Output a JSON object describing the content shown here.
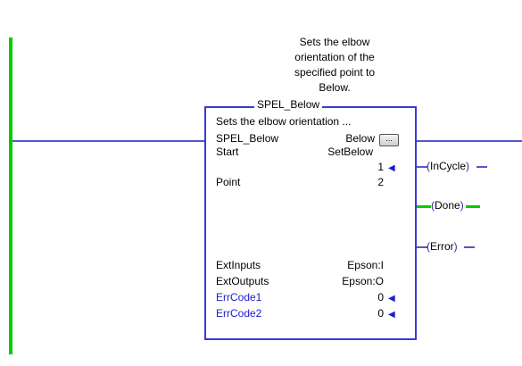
{
  "description_lines": [
    "Sets the elbow",
    "orientation of the",
    "specified point to",
    "Below."
  ],
  "block": {
    "title": "SPEL_Below",
    "summary": "Sets the elbow orientation ...",
    "ellipsis": "...",
    "rows": [
      {
        "label": "SPEL_Below",
        "value": "Below",
        "label_blue": false
      },
      {
        "label": "Start",
        "value": "SetBelow",
        "label_blue": false
      },
      {
        "label": "",
        "value": "1",
        "output": true
      },
      {
        "label": "Point",
        "value": "2",
        "label_blue": false
      },
      {
        "label": "ExtInputs",
        "value": "Epson:I",
        "label_blue": false
      },
      {
        "label": "ExtOutputs",
        "value": "Epson:O",
        "label_blue": false
      },
      {
        "label": "ErrCode1",
        "value": "0",
        "label_blue": true,
        "output": true
      },
      {
        "label": "ErrCode2",
        "value": "0",
        "label_blue": true,
        "output": true
      }
    ]
  },
  "coils": [
    {
      "name": "InCycle",
      "active": false
    },
    {
      "name": "Done",
      "active": true
    },
    {
      "name": "Error",
      "active": false
    }
  ],
  "colors": {
    "rail_active": "#00cc00",
    "wire": "#5555cc",
    "block_border": "#3a3ad6",
    "output_label": "#1c1ccc"
  }
}
